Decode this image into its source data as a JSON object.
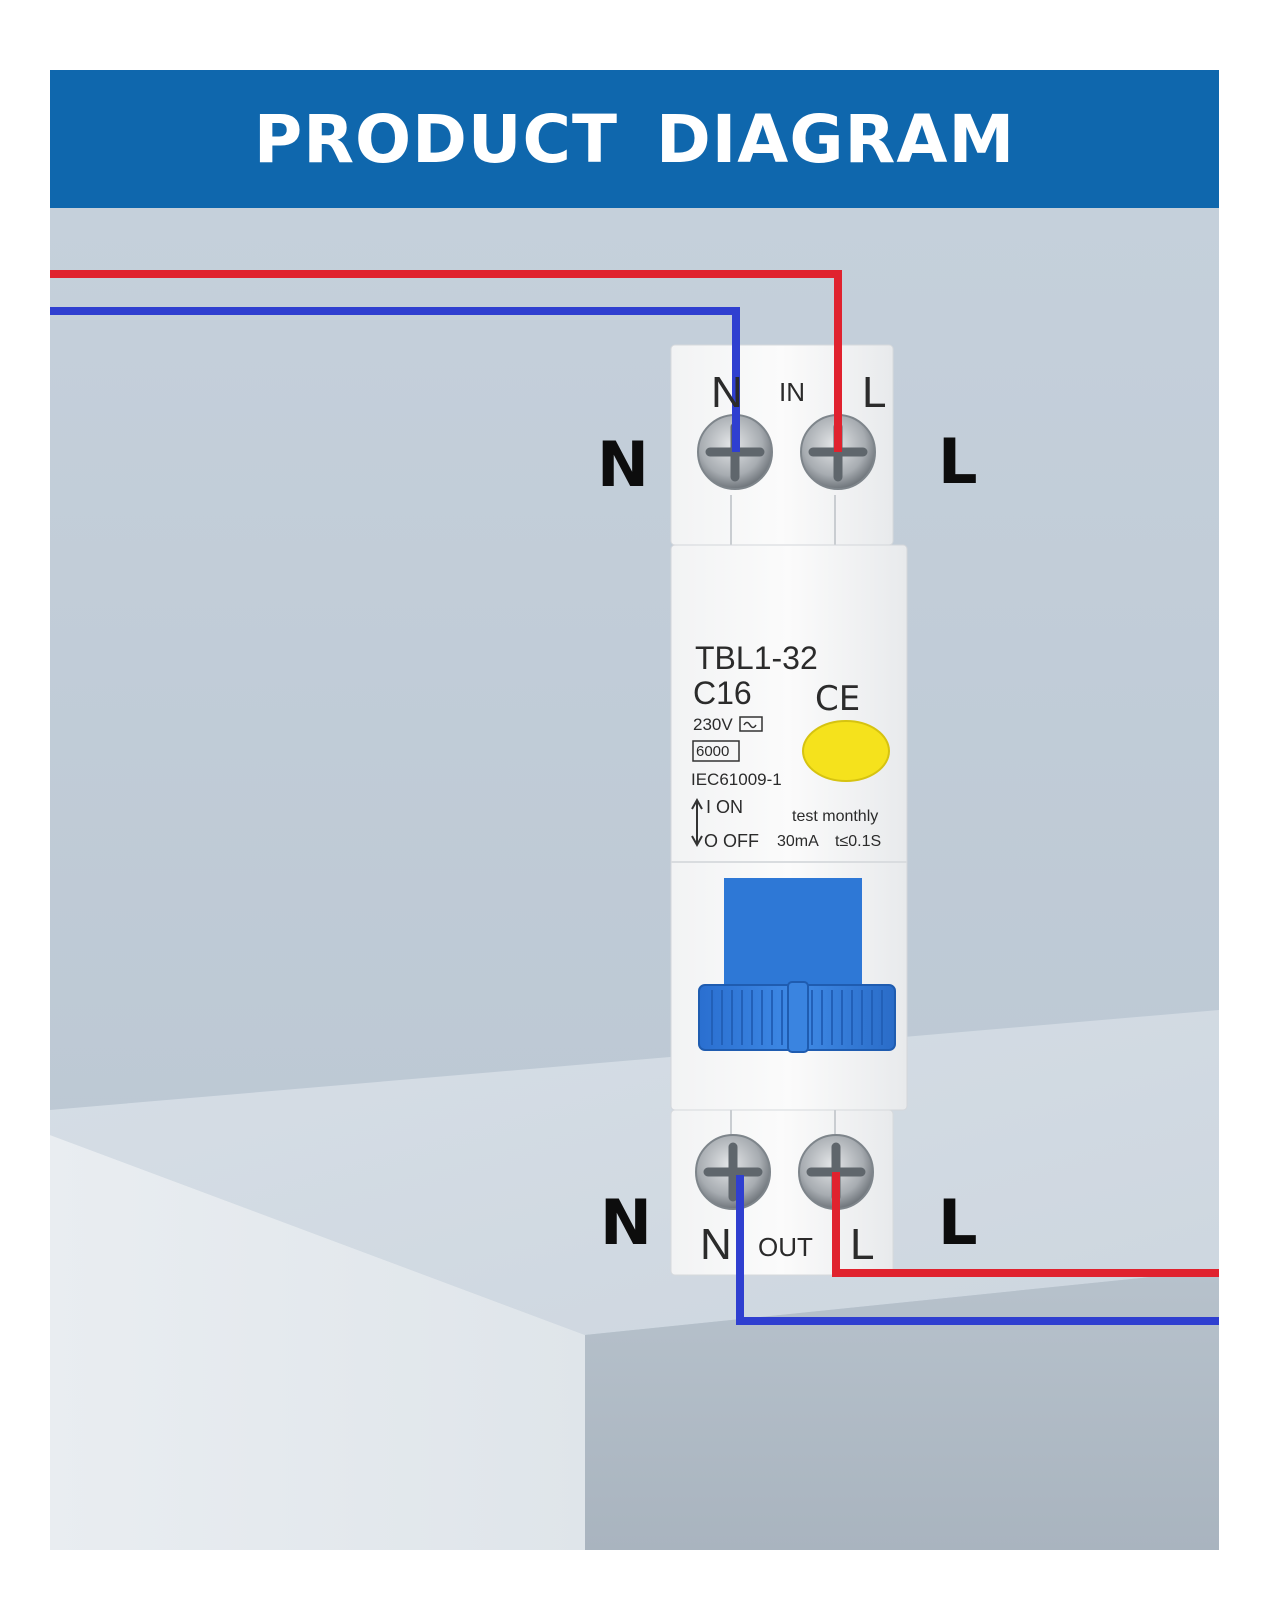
{
  "banner": {
    "title": "PRODUCT  DIAGRAM"
  },
  "colors": {
    "banner": "#0f67ad",
    "live_wire": "#e0222e",
    "neutral_wire": "#2f3fd0",
    "toggle": "#2e78d6",
    "test_button": "#f5e21c"
  },
  "input_side": {
    "neutral_label": "N",
    "live_label": "L"
  },
  "output_side": {
    "neutral_label": "N",
    "live_label": "L"
  },
  "device": {
    "top_terminal_labels": {
      "neutral": "N",
      "center": "IN",
      "live": "L"
    },
    "bottom_terminal_labels": {
      "neutral": "N",
      "center": "OUT",
      "live": "L"
    },
    "model": "TBL1-32",
    "rating": "C16",
    "voltage": "230V",
    "breaking_capacity": "6000",
    "standard": "IEC61009-1",
    "on_label": "I  ON",
    "off_label": "O OFF",
    "test_label": "test monthly",
    "residual_current": "30mA",
    "trip_time": "t≤0.1S",
    "certification_mark": "CE",
    "test_button_icon": "yellow-test-button",
    "toggle_icon": "blue-toggle-lever"
  }
}
